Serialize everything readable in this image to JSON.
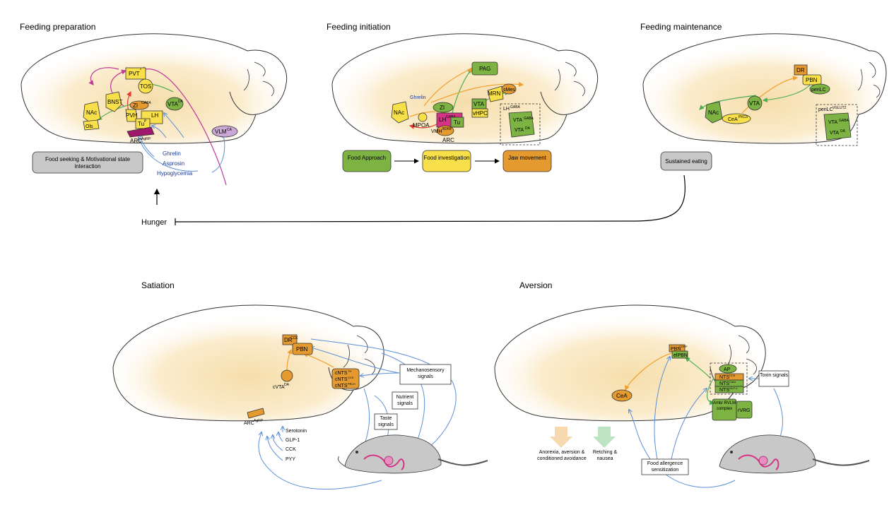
{
  "panels": {
    "prep": {
      "title": "Feeding preparation",
      "regions": [
        "PVT",
        "TOS",
        "BNST",
        "ZI",
        "VTA",
        "NAc",
        "PVH",
        "LH",
        "Tu",
        "ARC",
        "VLM",
        "Ols"
      ],
      "superscripts": {
        "zi": "GABA",
        "vta": "DA",
        "arc": "AgRP",
        "vlm": "CA",
        "tu": "P"
      },
      "signals": [
        "Ghrelin",
        "Asprosin",
        "Hypoglycemia"
      ],
      "outcome": "Food seeking & Motivational state interaction"
    },
    "init": {
      "title": "Feeding initiation",
      "regions": [
        "PAG",
        "Ghrelin",
        "ZI",
        "NAc",
        "LH",
        "MPOA",
        "Tu",
        "VMH",
        "ARC",
        "VTA",
        "vHPC",
        "MRN",
        "sMes"
      ],
      "superscripts": {
        "lh": "GABA",
        "vmh": "BDNF"
      },
      "inset": {
        "top": "LH",
        "top_sup": "GABA",
        "mid": "VTA",
        "mid_sup": "GABA",
        "bot": "VTA",
        "bot_sup": "DA"
      },
      "steps": [
        "Food Approach",
        "Food investigation",
        "Jaw movement"
      ]
    },
    "maint": {
      "title": "Feeding maintenance",
      "regions": [
        "DR",
        "PBN",
        "periLC",
        "VTA",
        "NAc",
        "CeA"
      ],
      "superscripts": {
        "cea": "PKCδ"
      },
      "inset": {
        "top": "periLC",
        "top_sup": "VGLUT2",
        "mid": "VTA",
        "mid_sup": "GABA",
        "bot": "VTA",
        "bot_sup": "DA"
      },
      "outcome": "Sustained eating"
    },
    "hunger": {
      "label": "Hunger"
    },
    "satiation": {
      "title": "Satiation",
      "regions": [
        "DR",
        "PBN",
        "cVTA",
        "cNTS",
        "cNTS",
        "cNTS",
        "ARC"
      ],
      "superscripts": {
        "dr": "CCK",
        "cvta": "DA",
        "nts1": "TH",
        "nts2": "CCK",
        "nts3": "PRLH",
        "arc": "AgRP"
      },
      "signals": [
        "Serotonin",
        "GLP-1",
        "CCK",
        "PYY"
      ],
      "boxes": [
        "Mechanosensory signals",
        "Nutrient signals",
        "Taste signals"
      ]
    },
    "aversion": {
      "title": "Aversion",
      "regions": [
        "PBN",
        "elPBN",
        "AP",
        "NTS",
        "NTS",
        "NTS",
        "CeA",
        "Amb/ RVLM complex",
        "rVRG"
      ],
      "superscripts": {
        "pbn": "CGRP",
        "nts1": "CCK",
        "nts2": "Calcr",
        "nts3": "GLP-1"
      },
      "boxes": [
        "Toxin signals",
        "Food allergence sensitization"
      ],
      "effects": [
        "Anorexia, aversion & conditioned avoidance",
        "Retching & nausea"
      ]
    }
  },
  "colors": {
    "yellow": "#f7e04a",
    "green": "#7cb342",
    "orange": "#e59a2f",
    "magenta": "#d63384",
    "lavender": "#c9a8d6",
    "grey": "#c8c8c8",
    "arrow_blue": "#5b8fd6",
    "arrow_green": "#4caf50",
    "arrow_orange": "#f0a030",
    "arrow_magenta": "#c0399a",
    "arrow_red": "#e53935"
  }
}
